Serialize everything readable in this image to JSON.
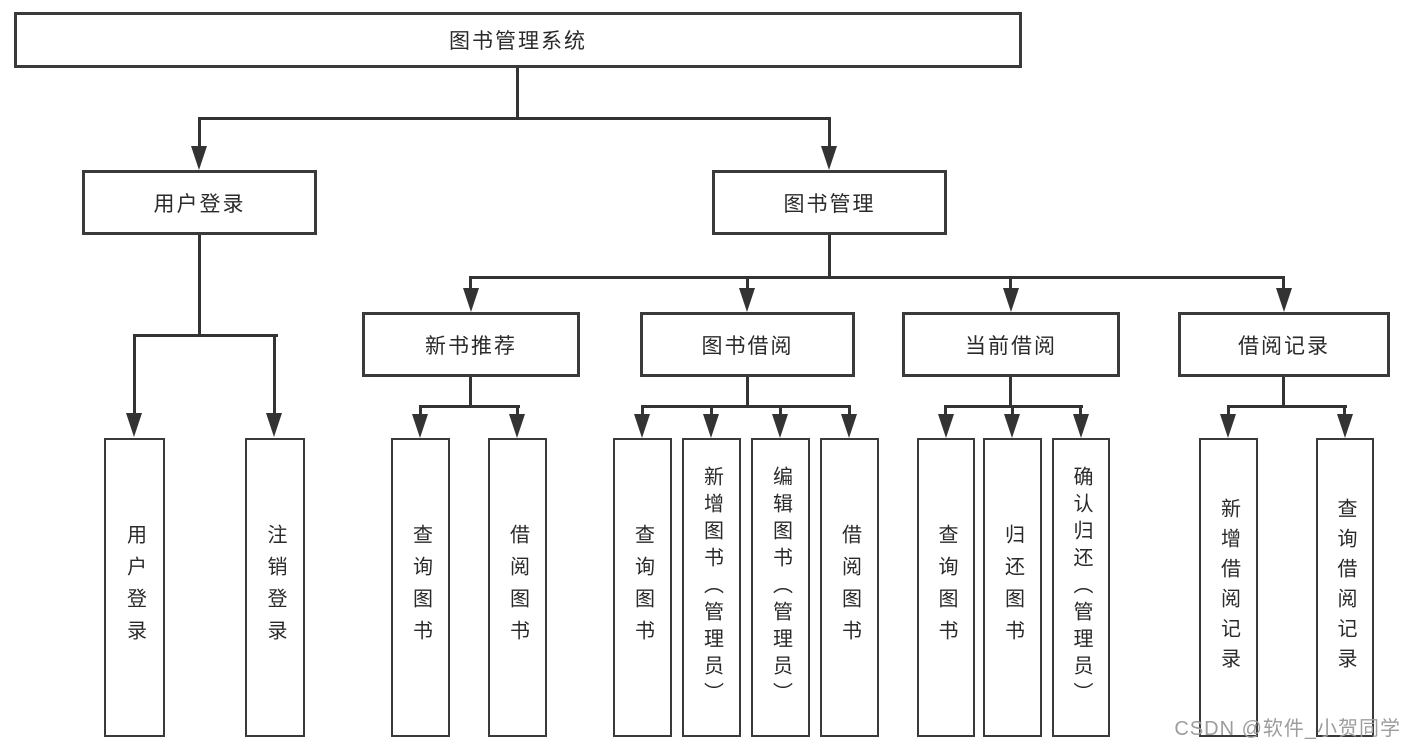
{
  "diagram": {
    "type": "hierarchy-tree",
    "root": {
      "label": "图书管理系统",
      "children": [
        {
          "label": "用户登录",
          "children": [
            {
              "label": "用户登录"
            },
            {
              "label": "注销登录"
            }
          ]
        },
        {
          "label": "图书管理",
          "children": [
            {
              "label": "新书推荐",
              "children": [
                {
                  "label": "查询图书"
                },
                {
                  "label": "借阅图书"
                }
              ]
            },
            {
              "label": "图书借阅",
              "children": [
                {
                  "label": "查询图书"
                },
                {
                  "label": "新增图书（管理员）"
                },
                {
                  "label": "编辑图书（管理员）"
                },
                {
                  "label": "借阅图书"
                }
              ]
            },
            {
              "label": "当前借阅",
              "children": [
                {
                  "label": "查询图书"
                },
                {
                  "label": "归还图书"
                },
                {
                  "label": "确认归还（管理员）"
                }
              ]
            },
            {
              "label": "借阅记录",
              "children": [
                {
                  "label": "新增借阅记录"
                },
                {
                  "label": "查询借阅记录"
                }
              ]
            }
          ]
        }
      ]
    },
    "watermark": "CSDN @软件_小贺同学",
    "colors": {
      "line": "#333333",
      "box_border": "#3a3a3a",
      "box_fill": "#ffffff",
      "text": "#2a2a2a",
      "watermark": "#9d9d9d",
      "background": "#ffffff"
    }
  }
}
